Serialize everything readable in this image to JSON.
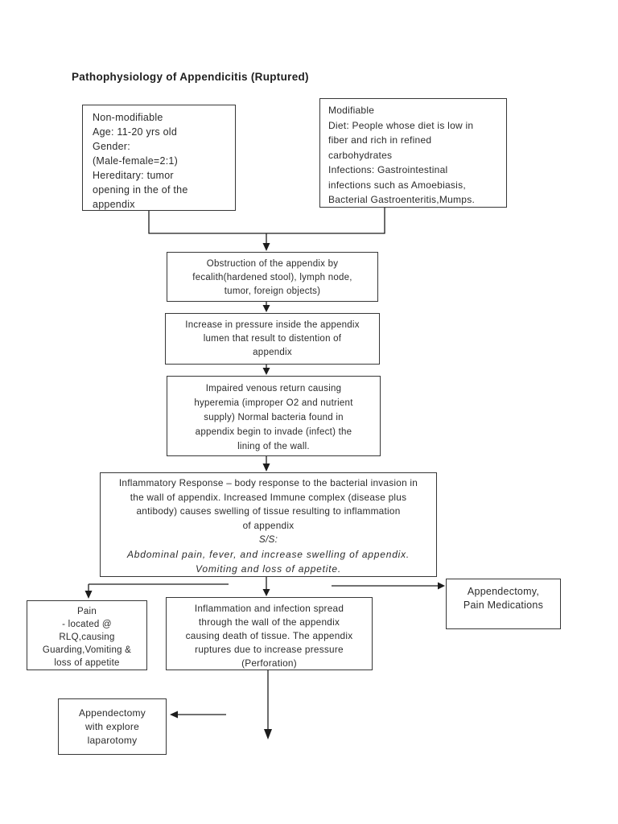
{
  "page": {
    "title": "Pathophysiology of Appendicitis (Ruptured)"
  },
  "flowchart": {
    "colors": {
      "ink": "#1c1c1c",
      "border": "#373737",
      "background": "#ffffff"
    },
    "boxes": {
      "non_modifiable": {
        "lines": [
          "Non-modifiable",
          "Age: 11-20 yrs old",
          "Gender:",
          "(Male-female=2:1)",
          "Hereditary: tumor",
          "opening in the of the",
          "appendix"
        ]
      },
      "modifiable": {
        "lines": [
          "Modifiable",
          "Diet: People whose diet is low in",
          "fiber and rich in refined",
          "carbohydrates",
          "Infections: Gastrointestinal",
          "infections such as Amoebiasis,",
          "Bacterial Gastroenteritis,Mumps."
        ]
      },
      "obstruction": {
        "lines": [
          "Obstruction of the appendix by",
          "fecalith(hardened stool), lymph node,",
          "tumor, foreign objects)"
        ]
      },
      "pressure": {
        "lines": [
          "Increase in pressure inside the appendix",
          "lumen that result to distention of",
          "appendix"
        ]
      },
      "impaired_venous": {
        "lines": [
          "Impaired venous return causing",
          "hyperemia (improper O2 and nutrient",
          "supply) Normal bacteria found in",
          "appendix begin to invade (infect) the",
          "lining of the wall."
        ]
      },
      "inflammatory_response": {
        "lines": [
          "Inflammatory Response – body response to the bacterial invasion in",
          "the wall of appendix. Increased Immune complex (disease plus",
          "antibody) causes swelling of tissue resulting to inflammation",
          "of appendix"
        ],
        "signs_label": "S/S:",
        "signs_lines": [
          "Abdominal pain, fever, and increase swelling of appendix.",
          "Vomiting and loss of appetite."
        ]
      },
      "pain": {
        "lines": [
          "Pain",
          "- located @",
          "RLQ,causing",
          "Guarding,Vomiting &",
          "loss of appetite"
        ]
      },
      "perforation": {
        "lines": [
          "Inflammation and infection spread",
          "through the wall of the appendix",
          "causing death of tissue. The appendix",
          "ruptures due to increase pressure",
          "(Perforation)"
        ]
      },
      "appendectomy_meds": {
        "lines": [
          "Appendectomy,",
          "Pain Medications"
        ]
      },
      "appendectomy_laparotomy": {
        "lines": [
          "Appendectomy",
          "with explore",
          "laparotomy"
        ]
      }
    }
  }
}
